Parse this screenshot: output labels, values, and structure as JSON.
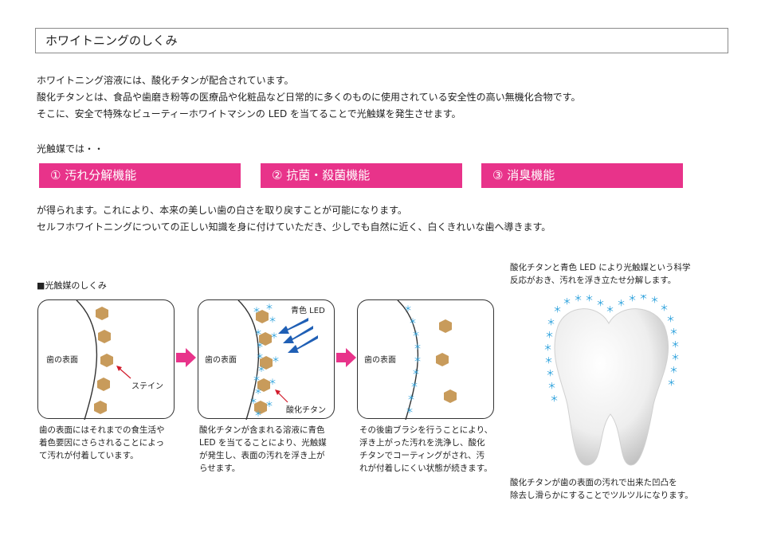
{
  "header": {
    "title": "ホワイトニングのしくみ"
  },
  "intro": {
    "lines": [
      "ホワイトニング溶液には、酸化チタンが配合されています。",
      "酸化チタンとは、食品や歯磨き粉等の医療品や化粧品など日常的に多くのものに使用されている安全性の高い無機化合物です。",
      "そこに、安全で特殊なビューティーホワイトマシンの LED を当てることで光触媒を発生させます。"
    ],
    "lead": "光触媒では・・"
  },
  "features": [
    {
      "label": "① 汚れ分解機能"
    },
    {
      "label": "② 抗菌・殺菌機能"
    },
    {
      "label": "③ 消臭機能"
    }
  ],
  "outro": {
    "lines": [
      "が得られます。これにより、本来の美しい歯の白さを取り戻すことが可能になります。",
      "セルフホワイトニングについての正しい知識を身に付けていただき、少しでも自然に近く、白くきれいな歯へ導きます。"
    ]
  },
  "mechanism": {
    "heading": "■光触媒のしくみ",
    "panels": [
      {
        "surface_label": "歯の表面",
        "callout": "ステイン",
        "desc": [
          "歯の表面にはそれまでの食生活や",
          "着色要因にさらされることによっ",
          "て汚れが付着しています。"
        ]
      },
      {
        "surface_label": "歯の表面",
        "led_label": "青色 LED",
        "callout": "酸化チタン",
        "desc": [
          "酸化チタンが含まれる溶液に青色",
          "LED を当てることにより、光触媒",
          "が発生し、表面の汚れを浮き上が",
          "らせます。"
        ]
      },
      {
        "surface_label": "歯の表面",
        "desc": [
          "その後歯ブラシを行うことにより、",
          "浮き上がった汚れを洗浄し、酸化",
          "チタンでコーティングがされ、汚",
          "れが付着しにくい状態が続きます。"
        ]
      }
    ]
  },
  "tooth": {
    "top_caption": [
      "酸化チタンと青色 LED により光触媒という科学",
      "反応がおき、汚れを浮き立たせ分解します。"
    ],
    "bottom_caption": [
      "酸化チタンが歯の表面の汚れで出来た凹凸を",
      "除去し滑らかにすることでツルツルになります。"
    ]
  },
  "colors": {
    "accent_pink": "#e8338a",
    "stain_tan": "#c89b5b",
    "titanium_blue": "#2aa0dc",
    "led_blue": "#1f5fb5",
    "callout_red": "#d11a2a"
  }
}
